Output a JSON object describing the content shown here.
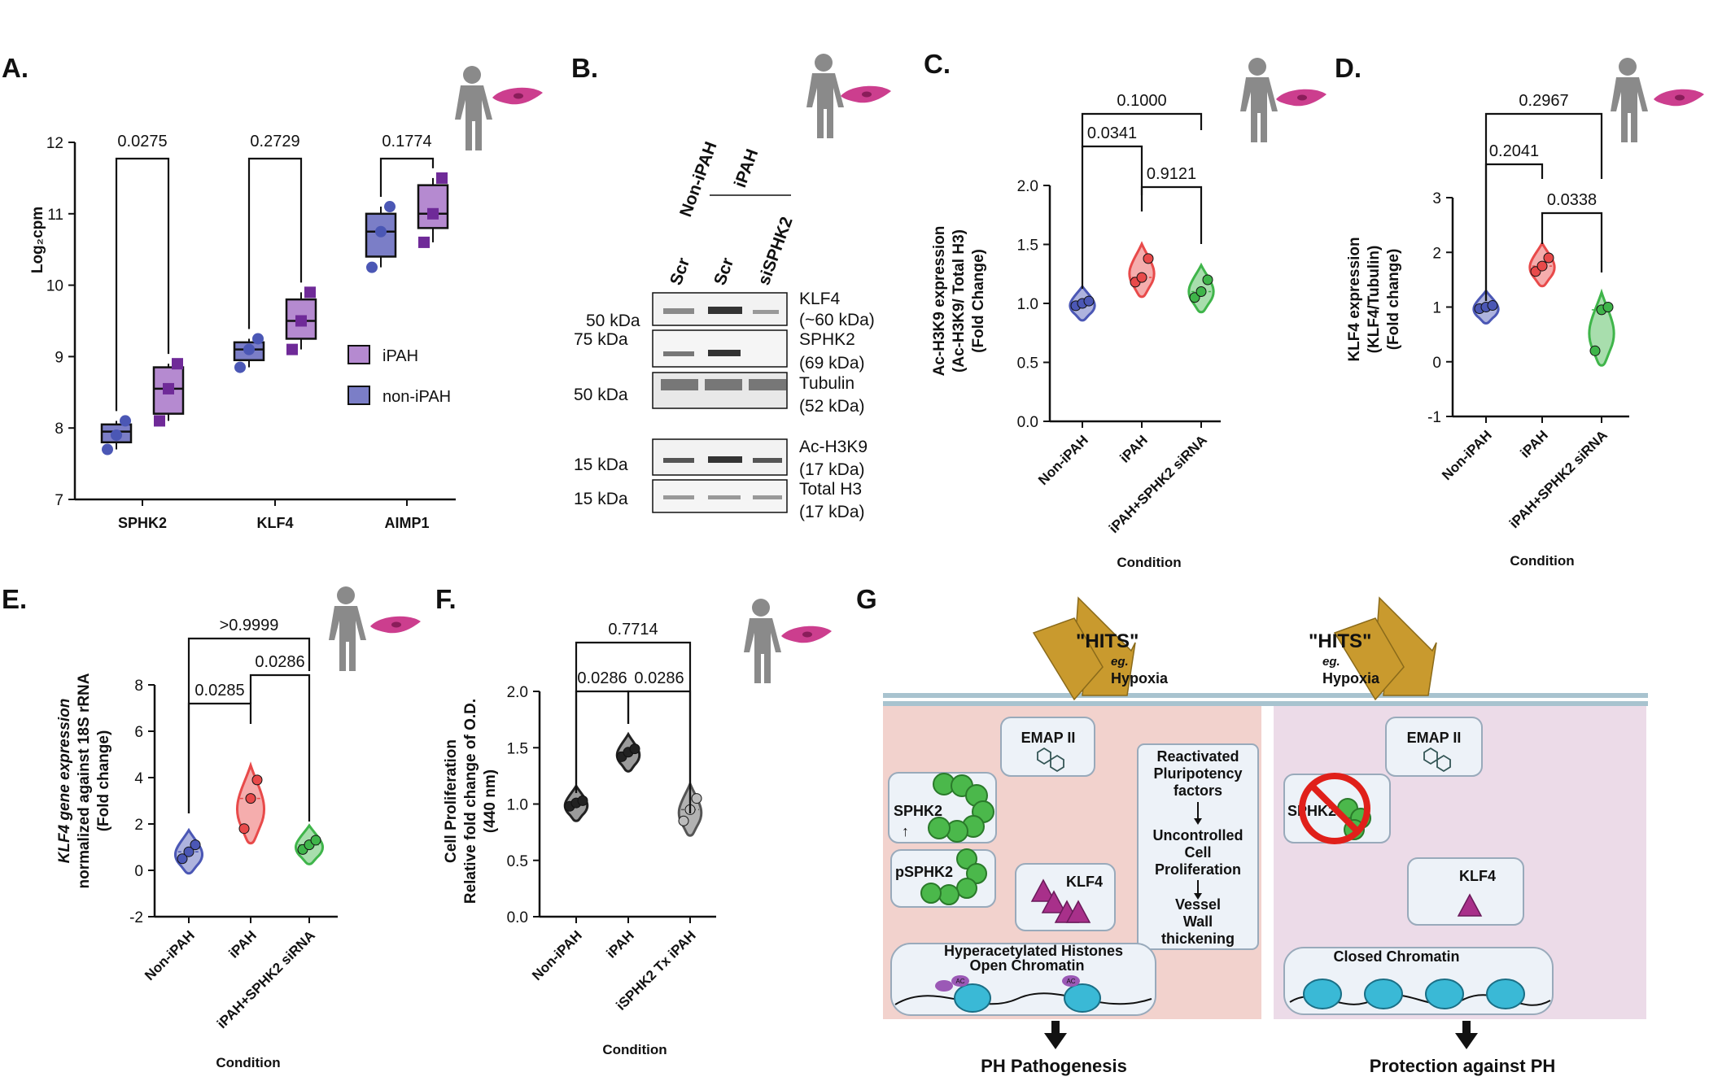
{
  "colors": {
    "ipah_purple": "#9b59b6",
    "nonipah_blue": "#4b57b5",
    "red": "#e84a4a",
    "green": "#3fb54a",
    "black": "#222222",
    "cell_magenta": "#cc3e8e",
    "arrow_gold": "#c99a2e",
    "left_bg": "#f2d2cd",
    "right_bg": "#ecdbe8"
  },
  "panels": {
    "A": {
      "label": "A.",
      "ylabel": "Log₂cpm",
      "legend": [
        "iPAH",
        "non-iPAH"
      ],
      "pvalues": [
        "0.0275",
        "0.2729",
        "0.1774"
      ],
      "chart_data": {
        "type": "box",
        "ylim": [
          7,
          12
        ],
        "yticks": [
          "7",
          "8",
          "9",
          "10",
          "11",
          "12"
        ],
        "categories": [
          "SPHK2",
          "KLF4",
          "AIMP1"
        ],
        "series": [
          {
            "name": "non-iPAH",
            "median": [
              7.95,
              9.1,
              10.75
            ],
            "q1": [
              7.8,
              8.95,
              10.4
            ],
            "q3": [
              8.05,
              9.2,
              11.0
            ],
            "min": [
              7.7,
              8.85,
              10.25
            ],
            "max": [
              8.1,
              9.25,
              11.1
            ],
            "points": [
              [
                7.7,
                7.9,
                8.1
              ],
              [
                8.85,
                9.1,
                9.25
              ],
              [
                10.25,
                10.75,
                11.1
              ]
            ]
          },
          {
            "name": "iPAH",
            "median": [
              8.55,
              9.5,
              11.0
            ],
            "q1": [
              8.2,
              9.25,
              10.8
            ],
            "q3": [
              8.85,
              9.8,
              11.4
            ],
            "min": [
              8.1,
              9.1,
              10.6
            ],
            "max": [
              8.9,
              9.9,
              11.5
            ],
            "points": [
              [
                8.1,
                8.55,
                8.9
              ],
              [
                9.1,
                9.5,
                9.9
              ],
              [
                10.6,
                11.0,
                11.5
              ]
            ]
          }
        ]
      }
    },
    "B": {
      "label": "B.",
      "groups": [
        "Non-iPAH",
        "iPAH"
      ],
      "lanes": [
        "Scr",
        "Scr",
        "siSPHK2"
      ],
      "blots": [
        {
          "marker": "50 kDa",
          "name": "KLF4",
          "size": "(~60 kDa)"
        },
        {
          "marker": "75 kDa",
          "name": "SPHK2",
          "size": "(69 kDa)"
        },
        {
          "marker": "50 kDa",
          "name": "Tubulin",
          "size": "(52 kDa)"
        },
        {
          "marker": "15 kDa",
          "name": "Ac-H3K9",
          "size": "(17 kDa)"
        },
        {
          "marker": "15 kDa",
          "name": "Total H3",
          "size": "(17 kDa)"
        }
      ]
    },
    "C": {
      "label": "C.",
      "ylabel": [
        "Ac-H3K9 expression",
        "(Ac-H3K9/ Total H3)",
        "(Fold Change)"
      ],
      "xlabel": "Condition",
      "pvalues": [
        "0.1000",
        "0.0341",
        "0.9121"
      ],
      "chart_data": {
        "type": "violin",
        "ylim": [
          0,
          2
        ],
        "yticks": [
          "0.0",
          "0.5",
          "1.0",
          "1.5",
          "2.0"
        ],
        "categories": [
          "Non-iPAH",
          "iPAH",
          "iPAH+SPHK2 siRNA"
        ],
        "values": [
          [
            0.98,
            1.0,
            1.02
          ],
          [
            1.18,
            1.22,
            1.38
          ],
          [
            1.05,
            1.1,
            1.2
          ]
        ]
      }
    },
    "D": {
      "label": "D.",
      "ylabel": [
        "KLF4 expression",
        "(KLF4/Tubulin)",
        "(Fold change)"
      ],
      "xlabel": "Condition",
      "pvalues": [
        "0.2967",
        "0.2041",
        "0.0338"
      ],
      "chart_data": {
        "type": "violin",
        "ylim": [
          -1,
          3
        ],
        "yticks": [
          "-1",
          "0",
          "1",
          "2",
          "3"
        ],
        "categories": [
          "Non-iPAH",
          "iPAH",
          "iPAH+SPHK2 siRNA"
        ],
        "values": [
          [
            0.97,
            1.0,
            1.03
          ],
          [
            1.65,
            1.75,
            1.9
          ],
          [
            0.2,
            0.95,
            1.0
          ]
        ]
      }
    },
    "E": {
      "label": "E.",
      "ylabel": [
        "KLF4 gene expression",
        "normalized against 18S rRNA",
        "(Fold change)"
      ],
      "xlabel": "Condition",
      "pvalues": [
        ">0.9999",
        "0.0285",
        "0.0286"
      ],
      "chart_data": {
        "type": "violin",
        "ylim": [
          -2,
          8
        ],
        "yticks": [
          "-2",
          "0",
          "2",
          "4",
          "6",
          "8"
        ],
        "categories": [
          "Non-iPAH",
          "iPAH",
          "iPAH+SPHK2 siRNA"
        ],
        "values": [
          [
            0.5,
            0.8,
            1.1
          ],
          [
            1.8,
            3.1,
            3.9
          ],
          [
            0.9,
            1.1,
            1.3
          ]
        ]
      }
    },
    "F": {
      "label": "F.",
      "ylabel": [
        "Cell Proliferation",
        "Relative fold change of O.D.",
        "(440 nm)"
      ],
      "xlabel": "Condition",
      "pvalues": [
        "0.7714",
        "0.0286",
        "0.0286"
      ],
      "chart_data": {
        "type": "violin",
        "ylim": [
          0,
          2
        ],
        "yticks": [
          "0.0",
          "0.5",
          "1.0",
          "1.5",
          "2.0"
        ],
        "categories": [
          "Non-iPAH",
          "iPAH",
          "iSPHK2 Tx iPAH"
        ],
        "values": [
          [
            0.98,
            1.01,
            1.03
          ],
          [
            1.42,
            1.46,
            1.49
          ],
          [
            0.85,
            0.95,
            1.05
          ]
        ]
      }
    },
    "G": {
      "label": "G",
      "hits": "\"HITS\"",
      "eg": "eg.",
      "hypoxia": "Hypoxia",
      "emap": "EMAP II",
      "sphk2": "SPHK2",
      "psphk2": "pSPHK2",
      "klf4": "KLF4",
      "flow": [
        "Reactivated",
        "Pluripotency",
        "factors",
        "Uncontrolled",
        "Cell",
        "Proliferation",
        "Vessel",
        "Wall",
        "thickening"
      ],
      "left_chromatin": [
        "Hyperacetylated Histones",
        "Open Chromatin"
      ],
      "right_chromatin": "Closed Chromatin",
      "left_outcome": "PH Pathogenesis",
      "right_outcome": "Protection against PH",
      "ac": "AC"
    }
  }
}
